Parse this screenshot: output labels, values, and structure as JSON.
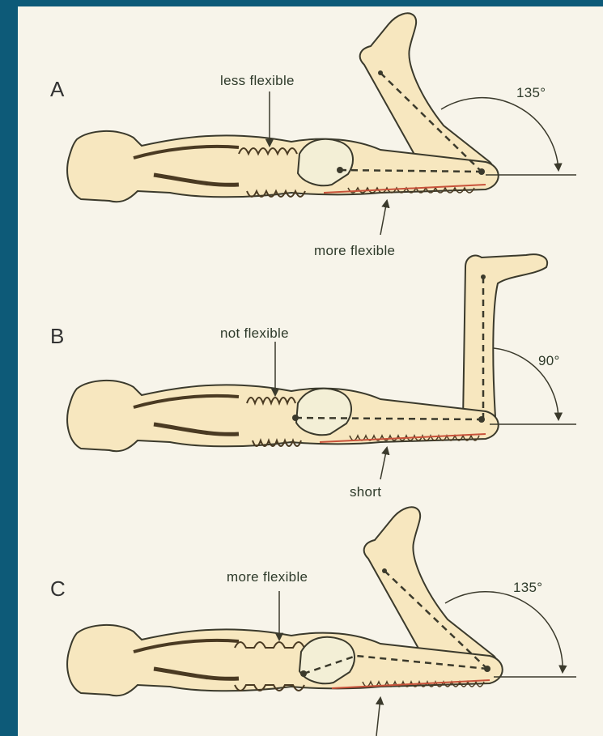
{
  "panels": [
    {
      "letter": "A",
      "top_label": "less flexible",
      "bottom_label": "more flexible",
      "angle": "135°"
    },
    {
      "letter": "B",
      "top_label": "not flexible",
      "bottom_label": "short",
      "angle": "90°"
    },
    {
      "letter": "C",
      "top_label": "more flexible",
      "bottom_label": "",
      "angle": "135°"
    }
  ],
  "colors": {
    "background": "#0d5a78",
    "paper": "#f7f4ea",
    "body_fill": "#f7e7bf",
    "outline": "#3b3a2c",
    "hamstring": "#c8523a",
    "pelvis": "#f3efd6"
  }
}
